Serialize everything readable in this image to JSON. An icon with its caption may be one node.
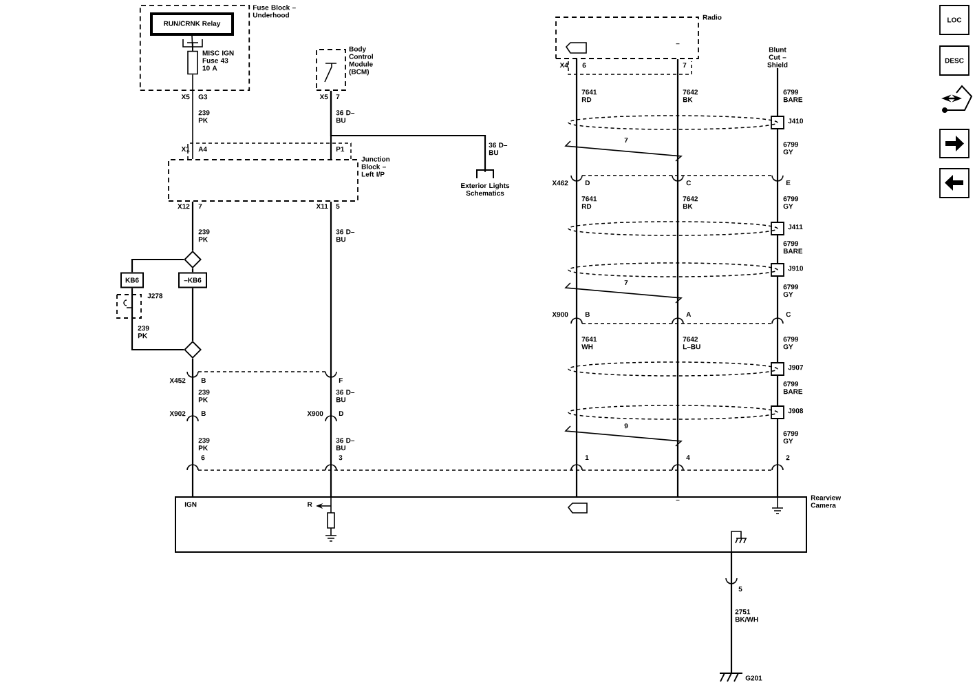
{
  "diagram": {
    "nodes": [
      {
        "text": [
          "Fuse Block – Underhood"
        ]
      },
      {
        "text": [
          "RUN/CRNK Relay"
        ],
        "in": 0
      },
      {
        "text": [
          "MISC IGN Fuse 43 10 A"
        ],
        "in": 0
      },
      {
        "text": [
          "Body Control Module (BCM)"
        ]
      },
      {
        "text": [
          "Junction Block – Left I/P"
        ]
      },
      {
        "text": [
          "Exterior Lights Schematics"
        ]
      },
      {
        "text": [],
        "shape": "diamond"
      },
      {
        "text": [
          "KB6"
        ]
      },
      {
        "text": [
          "–KB6"
        ]
      },
      {
        "text": [],
        "shape": "diamond"
      },
      {
        "text": [
          "Radio"
        ]
      },
      {
        "text": [
          "Blunt Cut – Shield"
        ]
      },
      {
        "text": [],
        "shape": "box",
        "beside": [
          "J410"
        ]
      },
      {
        "text": [],
        "shape": "box",
        "beside": [
          "J411"
        ]
      },
      {
        "text": [],
        "shape": "box",
        "beside": [
          "J910"
        ]
      },
      {
        "text": [],
        "shape": "box",
        "beside": [
          "J907"
        ]
      },
      {
        "text": [],
        "shape": "box",
        "beside": [
          "J908"
        ]
      },
      {
        "text": [
          "Rearview Camera"
        ]
      },
      {
        "text": [
          "G201"
        ]
      }
    ],
    "edges": [
      {
        "from": 2,
        "to": 4,
        "arrow": "none"
      },
      {
        "from": 3,
        "to": 4,
        "arrow": "none"
      },
      {
        "from": 3,
        "to": 5,
        "arrow": "none"
      },
      {
        "from": 4,
        "to": 6,
        "arrow": "none"
      },
      {
        "from": 4,
        "to": 17,
        "arrow": "none"
      },
      {
        "from": 6,
        "to": 7,
        "arrow": "none"
      },
      {
        "from": 6,
        "to": 8,
        "arrow": "none"
      },
      {
        "from": 7,
        "to": 9,
        "arrow": "none"
      },
      {
        "from": 8,
        "to": 9,
        "arrow": "none"
      },
      {
        "from": 9,
        "to": 17,
        "arrow": "none"
      },
      {
        "from": 10,
        "to": 17,
        "arrow": "none"
      },
      {
        "from": 10,
        "to": 17,
        "arrow": "none"
      },
      {
        "from": 11,
        "to": 12,
        "arrow": "none"
      },
      {
        "from": 12,
        "to": 13,
        "arrow": "none"
      },
      {
        "from": 13,
        "to": 14,
        "arrow": "none"
      },
      {
        "from": 14,
        "to": 15,
        "arrow": "none"
      },
      {
        "from": 15,
        "to": 16,
        "arrow": "none"
      },
      {
        "from": 16,
        "to": 17,
        "arrow": "none"
      },
      {
        "from": 17,
        "to": 18,
        "arrow": "none"
      },
      {
        "from": 1,
        "to": 2,
        "arrow": "none"
      }
    ],
    "labels": [
      "X5",
      "G3",
      "X5",
      "7",
      "239 PK",
      "36 D–BU",
      "X1",
      "A4",
      "P1",
      "36 D–BU",
      "X12",
      "7",
      "X11",
      "5",
      "239 PK",
      "36 D–BU",
      "J278",
      "239 PK",
      "X452",
      "B",
      "F",
      "239 PK",
      "36 D–BU",
      "X902",
      "B",
      "X900",
      "D",
      "239 PK",
      "36 D–BU",
      "6",
      "3",
      "–",
      "X4",
      "6",
      "7",
      "7641 RD",
      "7642 BK",
      "6799 BARE",
      "7",
      "6799 GY",
      "X462",
      "D",
      "C",
      "E",
      "7641 RD",
      "7642 BK",
      "6799 GY",
      "6799 BARE",
      "7",
      "6799 GY",
      "X900",
      "B",
      "A",
      "C",
      "7641 WH",
      "7642 L–BU",
      "6799 GY",
      "6799 BARE",
      "9",
      "6799 GY",
      "1",
      "4",
      "2",
      "IGN",
      "R",
      "–",
      "5",
      "2751 BK/WH",
      "LOC",
      "DESC"
    ]
  }
}
